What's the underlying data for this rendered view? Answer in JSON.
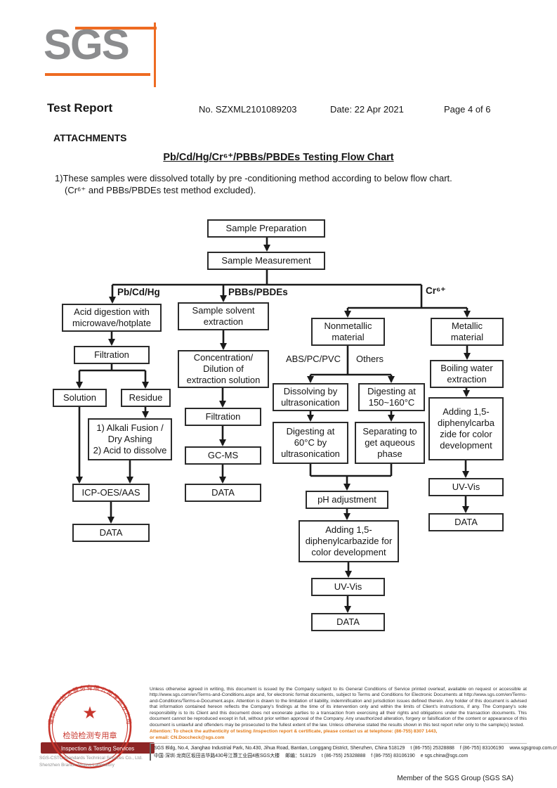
{
  "header": {
    "logo_text": "SGS",
    "title": "Test Report",
    "report_no": "No. SZXML2101089203",
    "date": "Date: 22 Apr 2021",
    "page": "Page 4 of 6"
  },
  "attachments": {
    "heading": "ATTACHMENTS",
    "chart_title": "Pb/Cd/Hg/Cr⁶⁺/PBBs/PBDEs Testing Flow Chart",
    "note_line1": "1)These samples were dissolved totally by pre -conditioning method according to below flow chart.",
    "note_line2": "(Cr⁶⁺ and PBBs/PBDEs test method excluded)."
  },
  "flowchart": {
    "branches": {
      "pb_cd_hg": "Pb/Cd/Hg",
      "pbbs_pbdes": "PBBs/PBDEs",
      "cr6": "Cr⁶⁺",
      "abs_pc_pvc": "ABS/PC/PVC",
      "others": "Others"
    },
    "boxes": {
      "sample_preparation": "Sample Preparation",
      "sample_measurement": "Sample Measurement",
      "acid_digestion": "Acid digestion with\nmicrowave/hotplate",
      "sample_solvent_extraction": "Sample solvent\nextraction",
      "nonmetallic_material": "Nonmetallic\nmaterial",
      "metallic_material": "Metallic\nmaterial",
      "filtration_pb": "Filtration",
      "concentration_dilution": "Concentration/\nDilution of\nextraction solution",
      "boiling_water_extraction": "Boiling water\nextraction",
      "solution": "Solution",
      "residue": "Residue",
      "dissolving_ultrasonication": "Dissolving by\nultrasonication",
      "digesting_150": "Digesting at\n150~160°C",
      "adding_dpc_metallic": "Adding 1,5-\ndiphenylcarba\nzide for color\ndevelopment",
      "filtration_pbbs": "Filtration",
      "alkali_fusion": "1) Alkali Fusion /\nDry Ashing\n2) Acid to dissolve",
      "digesting_60": "Digesting at\n60°C by\nultrasonication",
      "separating_aqueous": "Separating to\nget aqueous\nphase",
      "gc_ms": "GC-MS",
      "icp_oes_aas": "ICP-OES/AAS",
      "uv_vis_metallic": "UV-Vis",
      "data_pbbs": "DATA",
      "ph_adjustment": "pH adjustment",
      "data_pb": "DATA",
      "data_metallic": "DATA",
      "adding_dpc_nonmetallic": "Adding 1,5-\ndiphenylcarbazide for\ncolor development",
      "uv_vis_nonmetallic": "UV-Vis",
      "data_nonmetallic": "DATA"
    }
  },
  "footer": {
    "legal": "Unless otherwise agreed in writing, this document is issued by the Company subject to its General Conditions of Service printed overleaf, available on request or accessible at http://www.sgs.com/en/Terms-and-Conditions.aspx and, for electronic format documents, subject to Terms and Conditions for Electronic Documents at http://www.sgs.com/en/Terms-and-Conditions/Terms-e-Document.aspx. Attention is drawn to the limitation of liability, indemnification and jurisdiction issues defined therein. Any holder of this document is advised that information contained hereon reflects the Company's findings at the time of its intervention only and within the limits of Client's instructions, if any. The Company's sole responsibility is to its Client and this document does not exonerate parties to a transaction from exercising all their rights and obligations under the transaction documents. This document cannot be reproduced except in full, without prior written approval of the Company. Any unauthorized alteration, forgery or falsification of the content or appearance of this document is unlawful and offenders may be prosecuted to the fullest extent of the law. Unless otherwise stated the results shown in this test report refer only to the sample(s) tested.",
    "attention_line1": "Attention: To check the authenticity of testing /inspection report & certificate, please contact us at telephone: (86-755) 8307 1443,",
    "attention_line2": "or email: CN.Doccheck@sgs.com",
    "address_en": "SGS Bldg, No.4, Jianghao Industrial Park, No.430, Jihua Road, Bantian, Longgang District, Shenzhen, China 518129",
    "address_cn": "中国·深圳·龙岗区坂田吉华路430号江灏工业园4栋SGS大楼",
    "postal_cn": "邮编：518129",
    "tel": "t (86-755) 25328888",
    "fax": "f (86-755) 83106190",
    "website": "www.sgsgroup.com.cn",
    "email": "e sgs.china@sgs.com",
    "member": "Member of the SGS Group (SGS SA)",
    "stamp": {
      "ring_text": "通标标准技术服务有限公司深圳分公司",
      "center_text": "检验检测专用章",
      "ribbon_text": "Inspection & Testing Services",
      "company_en": "SGS-CSTC Standards Technical Services Co., Ltd.",
      "branch_en": "Shenzhen Branch Testing Laboratory"
    }
  }
}
